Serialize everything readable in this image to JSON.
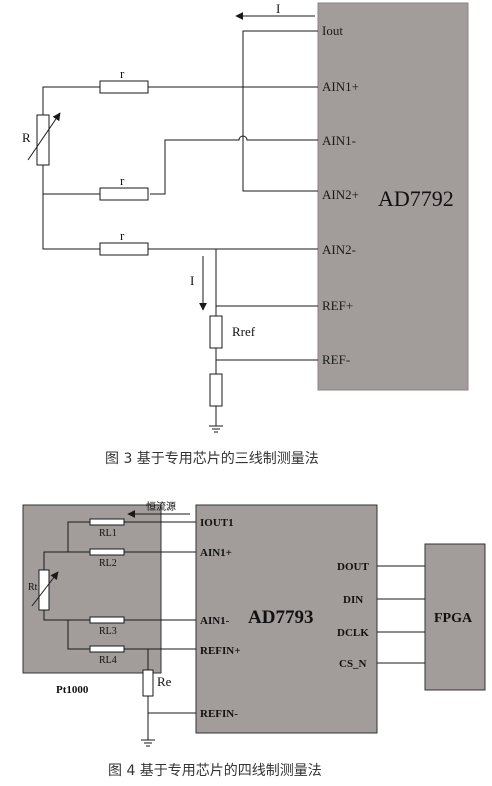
{
  "fig3": {
    "chip_name": "AD7792",
    "current_label": "I",
    "pins": [
      "Iout",
      "AIN1+",
      "AIN1-",
      "AIN2+",
      "AIN2-",
      "REF+",
      "REF-"
    ],
    "r_label": "r",
    "R_label": "R",
    "ref_label": "Rref",
    "caption": "图 3  基于专用芯片的三线制测量法",
    "colors": {
      "chip": "#a29c9a",
      "wire": "#1a1a1a"
    }
  },
  "fig4": {
    "chip_name": "AD7793",
    "left_pins": [
      "IOUT1",
      "AIN1+",
      "AIN1-",
      "REFIN+",
      "REFIN-"
    ],
    "right_pins": [
      "DOUT",
      "DIN",
      "DCLK",
      "CS_N"
    ],
    "fpga_label": "FPGA",
    "source_label": "恒流源",
    "rl_labels": [
      "RL1",
      "RL2",
      "RL3",
      "RL4"
    ],
    "rt_label": "Rt",
    "re_label": "Re",
    "sensor_label": "Pt1000",
    "caption": "图 4  基于专用芯片的四线制测量法",
    "colors": {
      "chip": "#a29c9a",
      "module": "#a29c9a"
    }
  }
}
